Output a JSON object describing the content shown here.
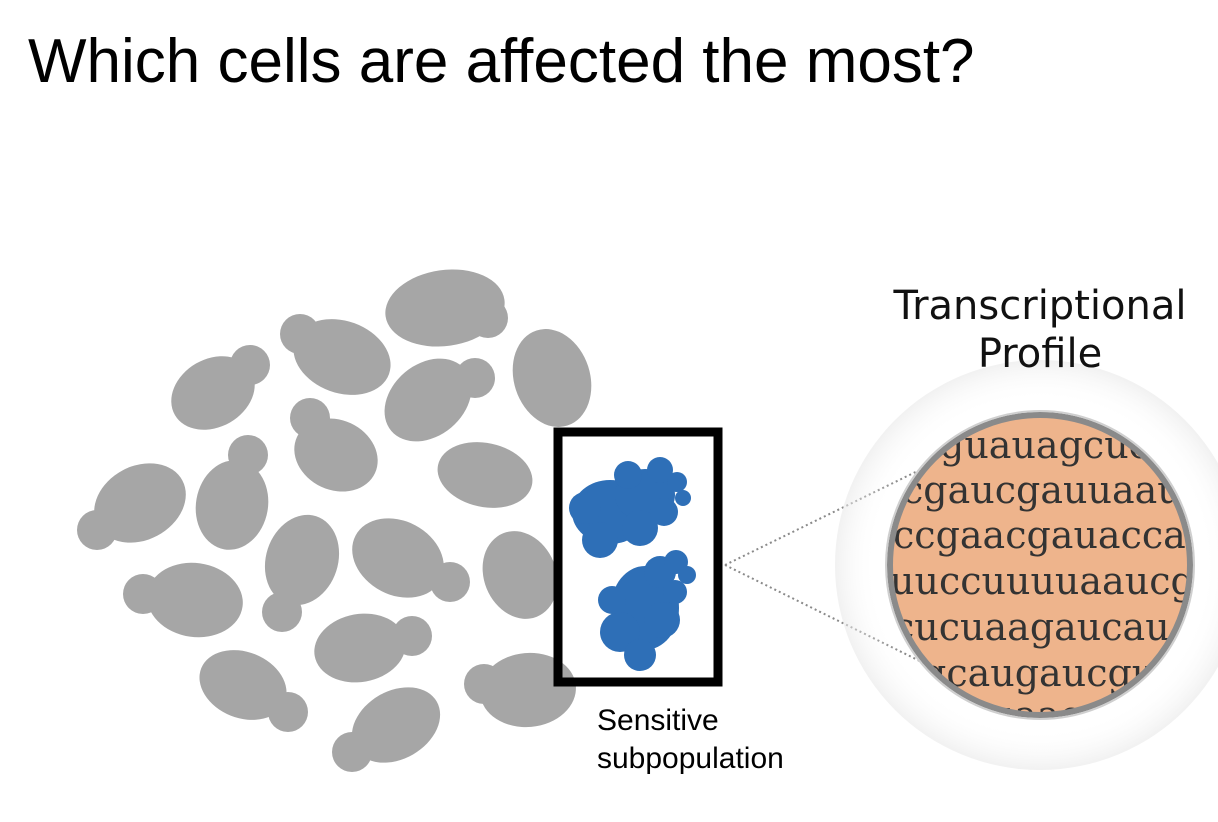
{
  "title": "Which cells are affected the most?",
  "selection_label": {
    "line1": "Sensitive",
    "line2": "subpopulation"
  },
  "profile_label": {
    "line1": "Transcriptional",
    "line2": "Profile"
  },
  "sequence_lines": [
    "guauagcuc",
    "cgaucgauuaau",
    "ccgaacgauacca",
    "uuccuuuuaaucg",
    "cucuaagaucau",
    "gcaugaucgu",
    "uaacg"
  ],
  "colors": {
    "cell": "#a6a6a6",
    "sensitive_cell": "#2e6fb7",
    "lens_fill": "#eeb48c",
    "lens_rim": "#8a8a8a",
    "selection_box": "#000000"
  }
}
